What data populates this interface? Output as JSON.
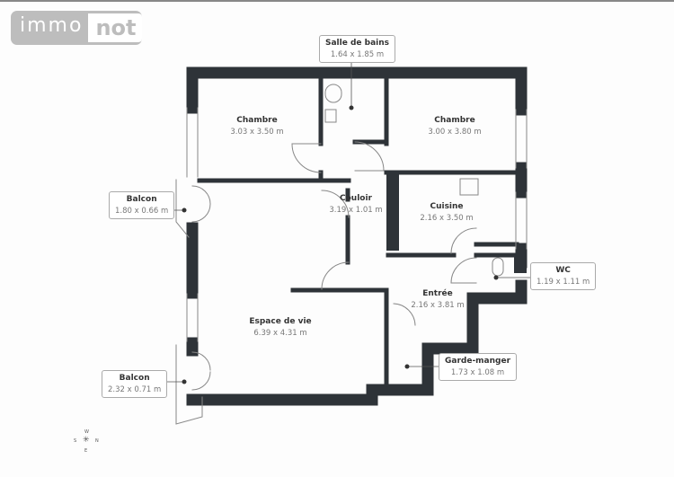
{
  "logo": {
    "part1": "immo",
    "part2": "not"
  },
  "rooms": [
    {
      "id": "chambre-1",
      "name": "Chambre",
      "dims": "3.03 x 3.50 m"
    },
    {
      "id": "chambre-2",
      "name": "Chambre",
      "dims": "3.00 x 3.80 m"
    },
    {
      "id": "couloir",
      "name": "Couloir",
      "dims": "3.19 x 1.01 m"
    },
    {
      "id": "cuisine",
      "name": "Cuisine",
      "dims": "2.16 x 3.50 m"
    },
    {
      "id": "entree",
      "name": "Entrée",
      "dims": "2.16 x 3.81 m"
    },
    {
      "id": "espace-de-vie",
      "name": "Espace de vie",
      "dims": "6.39 x 4.31 m"
    }
  ],
  "callouts": [
    {
      "id": "salle-de-bains",
      "name": "Salle de bains",
      "dims": "1.64 x 1.85 m"
    },
    {
      "id": "balcon-1",
      "name": "Balcon",
      "dims": "1.80 x 0.66 m"
    },
    {
      "id": "balcon-2",
      "name": "Balcon",
      "dims": "2.32 x 0.71 m"
    },
    {
      "id": "wc",
      "name": "WC",
      "dims": "1.19 x 1.11 m"
    },
    {
      "id": "garde-manger",
      "name": "Garde-manger",
      "dims": "1.73 x 1.08 m"
    }
  ],
  "compass": {
    "n": "N",
    "s": "S",
    "e": "E",
    "w": "W"
  },
  "colors": {
    "wall": "#2e3338",
    "text": "#333333",
    "logo": "#bdbdbd"
  }
}
